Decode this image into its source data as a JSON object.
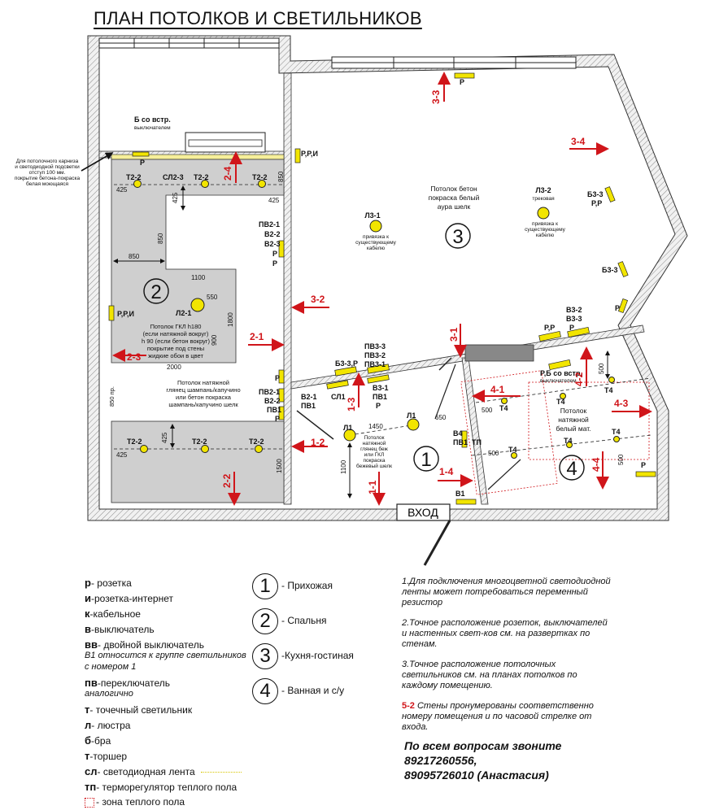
{
  "title": "ПЛАН ПОТОЛКОВ И СВЕТИЛЬНИКОВ",
  "entrance": "ВХОД",
  "room_numbers": [
    "1",
    "2",
    "3",
    "4"
  ],
  "ceiling_notes": {
    "room3": [
      "Потолок бетон",
      "покраска белый",
      "аура шелк"
    ],
    "room2": [
      "Потолок ГКЛ h180",
      "(если натяжной вокруг)",
      "h 90 (если бетон вокруг)",
      "покрытие под стены",
      "жидкие обои в цвет"
    ],
    "room2b": [
      "Потолок натяжной",
      "глянец шампань/капучино",
      "или бетон покраска",
      "шампань/капучино шелк"
    ],
    "room1": [
      "Потолок",
      "натяжной",
      "глянец беж",
      "или ГКЛ",
      "покраска",
      "бежевый шелк"
    ],
    "room4": [
      "Потолок",
      "натяжной",
      "белый мат."
    ],
    "cornice": [
      "Для потолочного карниза",
      "и светодиодной подсветки",
      "отступ 100 мм.",
      "покрытие бетона-покраска",
      "белая моющаяся"
    ],
    "switch_b": [
      "Б со встр.",
      "выключателем"
    ],
    "switch_rb": [
      "Р,Б со встр.",
      "выключателем"
    ],
    "l3_1": [
      "Л3-1",
      "привязка к",
      "существующему",
      "кабелю"
    ],
    "l3_2": [
      "Л3-2",
      "трековая",
      "привязка к",
      "существующему",
      "кабелю"
    ]
  },
  "labels": {
    "t2_2": "Т2-2",
    "sl2_3": "СЛ2-3",
    "l2_1": "Л2-1",
    "l1": "Л1",
    "t4": "Т4",
    "r": "Р",
    "rri": "Р,Р,И",
    "rr": "Р,Р",
    "pv2_1": "ПВ2-1",
    "v2_2": "В2-2",
    "v2_3": "В2-3",
    "b3_3rr": "Б3-3",
    "b3_3": "Б3-3",
    "v3_2": "В3-2",
    "v3_3": "В3-3",
    "b3_3r": "Б3-3,Р",
    "sl1": "СЛ1",
    "pv3_3": "ПВ3-3",
    "pv3_2": "ПВ3-2",
    "pv3_1": "ПВ3-1",
    "v3_1": "В3-1",
    "pv1": "ПВ1",
    "v2_1": "В2-1",
    "v4": "В4",
    "tp": "ТП",
    "v1": "В1",
    "pr850": "850 пр."
  },
  "dimensions": [
    "425",
    "425",
    "850",
    "425",
    "850",
    "850",
    "1100",
    "550",
    "1800",
    "900",
    "2000",
    "1450",
    "650",
    "1100",
    "1500",
    "500",
    "500",
    "500",
    "500",
    "425",
    "425"
  ],
  "wall_arrows": [
    "3-3",
    "3-4",
    "2-4",
    "3-2",
    "2-1",
    "3-1",
    "1-3",
    "2-3",
    "1-2",
    "1-1",
    "1-4",
    "2-2",
    "4-1",
    "4-2",
    "4-3",
    "4-4"
  ],
  "legend": [
    {
      "sym": "р",
      "text": "- розетка"
    },
    {
      "sym": "и",
      "text": "-розетка-интернет"
    },
    {
      "sym": "к",
      "text": "-кабельное"
    },
    {
      "sym": "в",
      "text": "-выключатель"
    },
    {
      "sym": "вв",
      "text": "- двойной выключатель",
      "sub": [
        "В1 относится к группе светильников",
        "с номером 1"
      ]
    },
    {
      "sym": "пв",
      "text": "-переключатель",
      "sub": [
        "аналогично"
      ]
    },
    {
      "sym": "т",
      "text": "- точечный светильник"
    },
    {
      "sym": "л",
      "text": "- люстра"
    },
    {
      "sym": "б",
      "text": "-бра"
    },
    {
      "sym": "т",
      "text": "-торшер"
    },
    {
      "sym": "сл",
      "text": "- светодиодная лента"
    },
    {
      "sym": "тп",
      "text": "- терморегулятор теплого пола"
    },
    {
      "sym": "",
      "text": "- зона теплого пола"
    }
  ],
  "rooms": [
    {
      "num": "1",
      "name": "- Прихожая"
    },
    {
      "num": "2",
      "name": "- Спальня"
    },
    {
      "num": "3",
      "name": "-Кухня-гостиная"
    },
    {
      "num": "4",
      "name": "- Ванная и с/у"
    }
  ],
  "notes": {
    "n1": "1.Для подключения многоцветной светодиодной ленты может потребоваться переменный резистор",
    "n2": "2.Точное расположение розеток, выключателей и настенных свет-ков см. на развертках по стенам.",
    "n3": "3.Точное расположение потолочных светильников см. на планах потолков по каждому помещению.",
    "n4_arrow": "5-2",
    "n4": "Стены пронумерованы соответственно номеру помещения и по часовой стрелке от входа."
  },
  "contact": [
    "По всем вопросам звоните",
    "89217260556,",
    "89095726010 (Анастасия)"
  ],
  "colors": {
    "wall": "#e6e6e6",
    "gray_zone": "#cfcfcf",
    "red": "#d0151a",
    "yellow": "#f2e500",
    "lamp": "#f2e500"
  }
}
